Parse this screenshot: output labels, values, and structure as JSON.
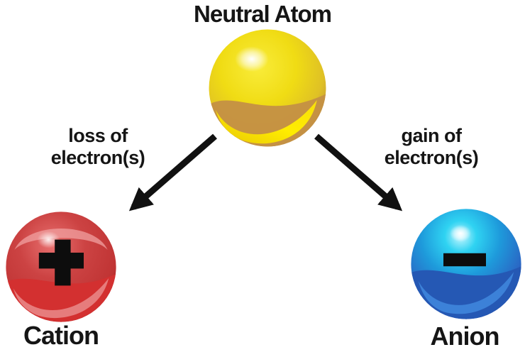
{
  "diagram": {
    "title": "Neutral Atom",
    "left_process": {
      "line1": "loss of",
      "line2": "electron(s)"
    },
    "right_process": {
      "line1": "gain of",
      "line2": "electron(s)"
    },
    "cation": {
      "label": "Cation",
      "symbol": "+"
    },
    "anion": {
      "label": "Anion",
      "symbol": "−"
    },
    "colors": {
      "background": "#FFFFFF",
      "text": "#151515",
      "arrow": "#111111",
      "neutral_atom_body": "#F0DC14",
      "neutral_atom_rim": "#C49045",
      "cation_sphere": "#CC4343",
      "anion_sphere": "#2A66C4",
      "anion_cap_highlight": "#2FD3F2",
      "ion_symbol": "#0D0D0D"
    }
  }
}
